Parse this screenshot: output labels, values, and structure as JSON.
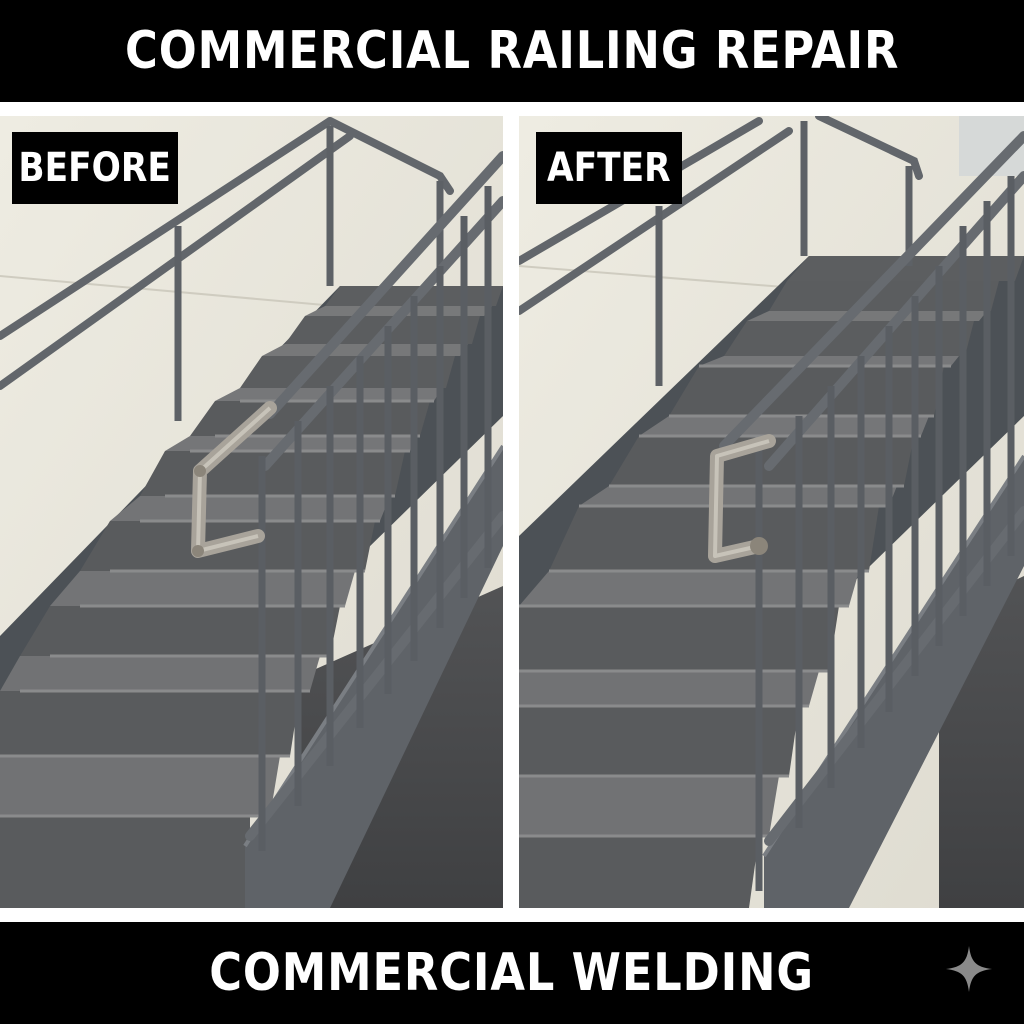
{
  "header": {
    "title": "COMMERCIAL RAILING REPAIR"
  },
  "panels": {
    "before": {
      "label": "BEFORE"
    },
    "after": {
      "label": "AFTER"
    }
  },
  "footer": {
    "title": "COMMERCIAL WELDING"
  },
  "icons": {
    "corner": "sparkle-icon"
  },
  "colors": {
    "banner": "#000000",
    "banner_text": "#ffffff",
    "wall": "#e9e7dc",
    "steel": "#5a5e63",
    "tread": "#6d6f70",
    "floor": "#4a4b4d",
    "weld": "#a8a39a"
  }
}
